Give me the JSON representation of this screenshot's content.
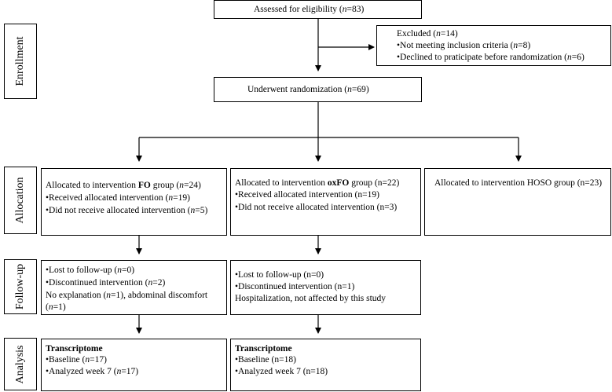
{
  "stages": {
    "enrollment": "Enrollment",
    "allocation": "Allocation",
    "followup": "Follow-up",
    "analysis": "Analysis"
  },
  "eligibility": {
    "text_pre": "Assessed for eligibility (",
    "n": "n",
    "text_post": "=83)"
  },
  "excluded": {
    "title_pre": "Excluded (",
    "title_post": "=14)",
    "line1_pre": "•Not meeting inclusion criteria (",
    "line1_post": "=8)",
    "line2_pre": "•Declined to praticipate before randomization (",
    "line2_post": "=6)"
  },
  "randomization": {
    "text_pre": "Underwent randomization (",
    "text_post": "=69)"
  },
  "fo": {
    "alloc_pre": "Allocated to intervention ",
    "group": "FO",
    "alloc_mid": " group (",
    "alloc_post": "=24)",
    "recv_pre": "•Received allocated intervention (",
    "recv_post": "=19)",
    "notrecv_pre": "•Did not receive allocated intervention (",
    "notrecv_post": "=5)",
    "lost_pre": "•Lost to follow-up (",
    "lost_post": "=0)",
    "disc_pre": "•Discontinued intervention (",
    "disc_post": "=2)",
    "expl_pre": "No explanation (",
    "expl_mid": "=1), abdominal discomfort",
    "expl2_pre": "(",
    "expl2_post": "=1)",
    "transcriptome": "Transcriptome",
    "baseline_pre": "•Baseline (",
    "baseline_post": "=17)",
    "week7_pre": "•Analyzed week 7 (",
    "week7_post": "=17)"
  },
  "oxfo": {
    "alloc_pre": "Allocated to intervention ",
    "group": "oxFO",
    "alloc_post": " group (n=22)",
    "recv": "•Received allocated intervention (n=19)",
    "notrecv": "•Did not receive allocated intervention (n=3)",
    "lost": "•Lost to follow-up (n=0)",
    "disc": "•Discontinued intervention (n=1)",
    "hosp": "Hospitalization, not affected by this study",
    "transcriptome": "Transcriptome",
    "baseline": "•Baseline (n=18)",
    "week7": "•Analyzed week 7 (n=18)"
  },
  "hoso": {
    "alloc": "Allocated to intervention HOSO group (n=23)"
  }
}
